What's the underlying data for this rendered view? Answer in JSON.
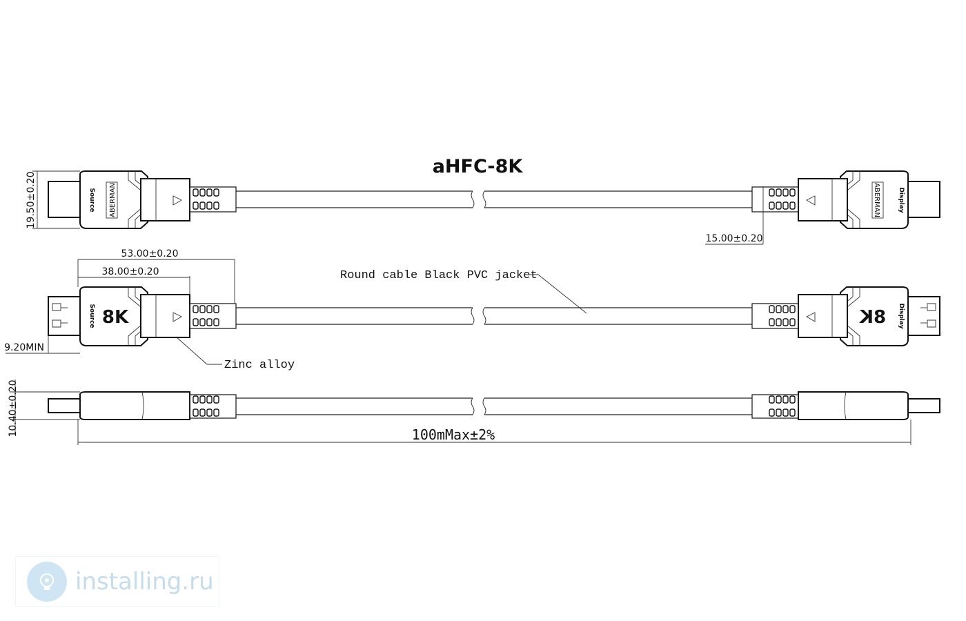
{
  "title": "aHFC-8K",
  "connectors": {
    "source_label": "Source",
    "display_label": "Display",
    "brand": "ABERMAN",
    "badge": "8K"
  },
  "dimensions": {
    "height": "19.50±0.20",
    "overall_connector_length": "53.00±0.20",
    "housing_length": "38.00±0.20",
    "plug_min_length": "9.20MIN",
    "strain_relief": "15.00±0.20",
    "thickness": "10.40±0.20",
    "cable_length": "100mMax±2%"
  },
  "callouts": {
    "cable": "Round cable Black PVC jacket",
    "housing": "Zinc alloy"
  },
  "watermark": {
    "text": "installing.ru",
    "logo_icon": "gear-bulb-icon",
    "color": "#c4dceb"
  }
}
